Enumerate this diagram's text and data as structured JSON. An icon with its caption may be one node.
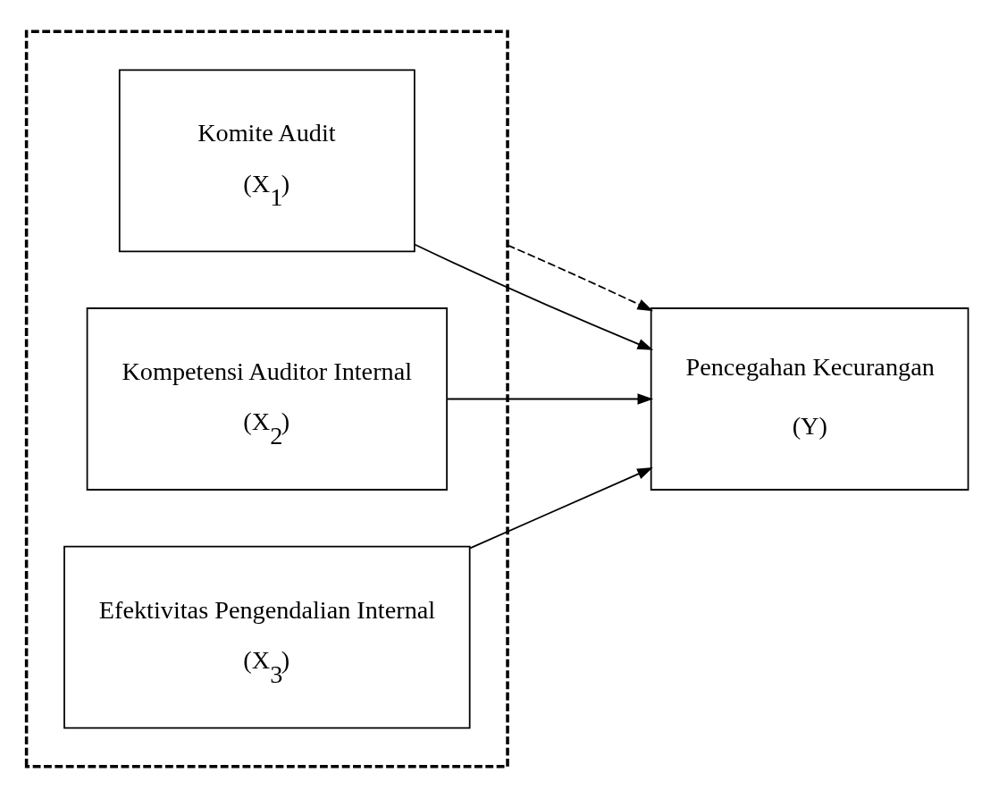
{
  "diagram": {
    "nodes": [
      {
        "text": [],
        "shape": "box"
      },
      {
        "text": [
          "Komite Audit",
          "(X$_{1}$)"
        ],
        "in": 0
      },
      {
        "text": [
          "Kompetensi Auditor Internal",
          "(X$_{2}$)"
        ],
        "in": 0
      },
      {
        "text": [
          "Efektivitas Pengendalian Internal",
          "(X$_{3}$)"
        ],
        "in": 0
      },
      {
        "text": [
          "Pencegahan Kecurangan",
          "(Y)"
        ]
      }
    ],
    "edges": [
      {
        "from": 1,
        "to": 4,
        "arrow": "to"
      },
      {
        "from": 2,
        "to": 4,
        "arrow": "to"
      },
      {
        "from": 3,
        "to": 4,
        "arrow": "to"
      },
      {
        "from": 0,
        "to": 4,
        "arrow": "to",
        "style": "dashed"
      }
    ]
  }
}
